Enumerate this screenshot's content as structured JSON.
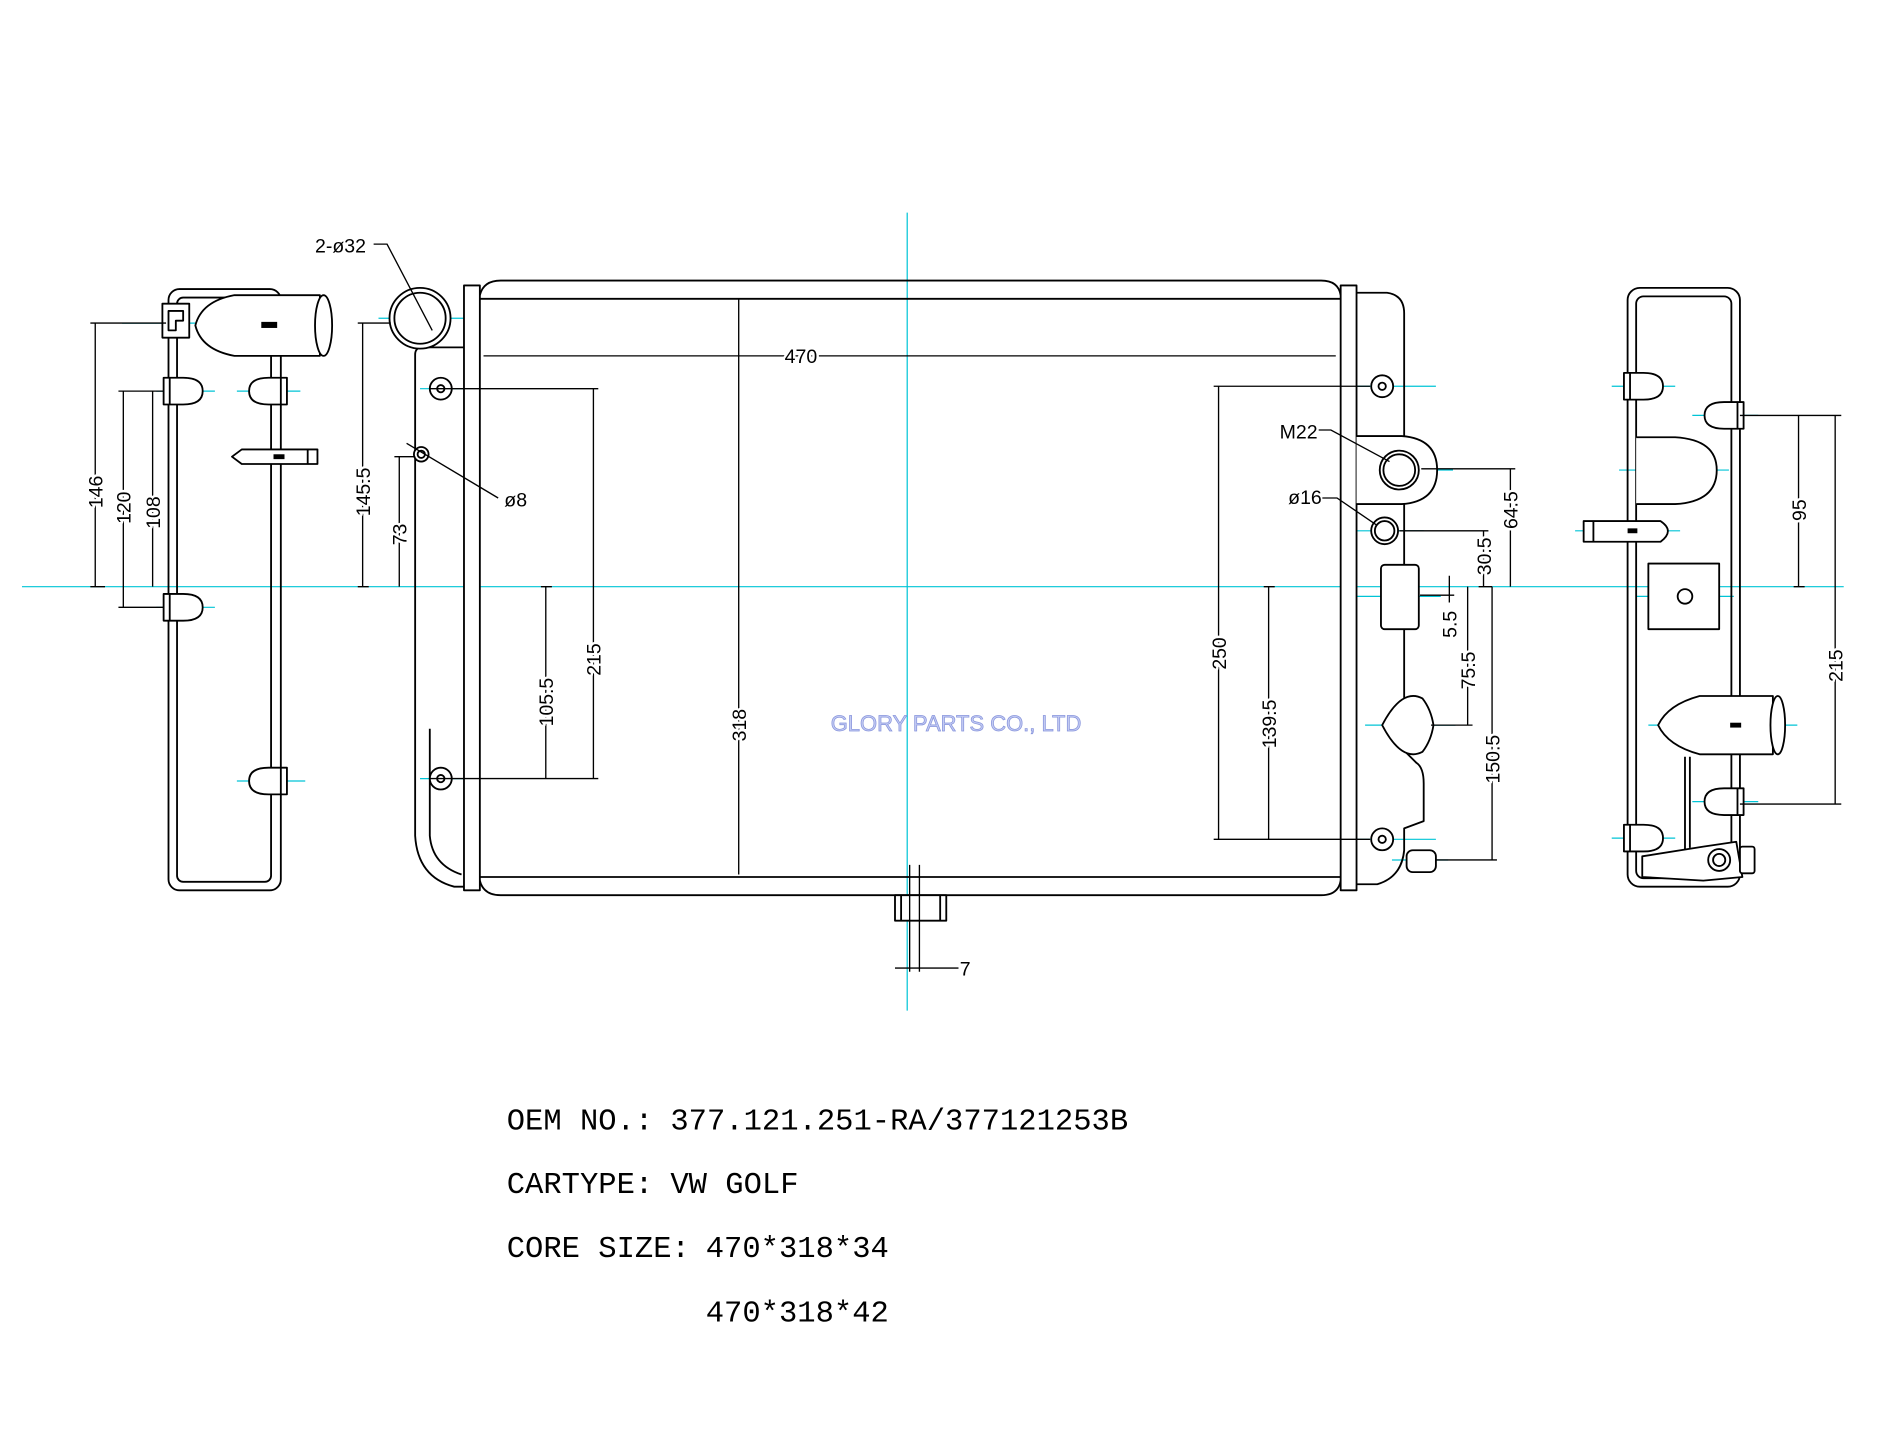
{
  "specs": {
    "oem_label": "OEM NO.:",
    "oem_value": "377.121.251-RA/377121253B",
    "cartype_label": "CARTYPE:",
    "cartype_value": "VW GOLF",
    "core_label": "CORE SIZE:",
    "core_values": [
      "470*318*34",
      "470*318*42"
    ]
  },
  "callouts": {
    "inlet_outlet": "2-ø32",
    "mount_hole": "ø8",
    "thread_port": "M22",
    "sensor_port": "ø16"
  },
  "dimensions": {
    "left_view": [
      "146",
      "120",
      "108"
    ],
    "front_view": [
      "145.5",
      "73",
      "215",
      "105.5",
      "318",
      "470",
      "250",
      "139.5",
      "64.5",
      "30.5",
      "5.5",
      "75.5",
      "150.5",
      "7"
    ],
    "right_view": [
      "95",
      "215"
    ]
  },
  "watermark": "GLORY PARTS CO., LTD",
  "colors": {
    "line": "#000000",
    "centerline": "#00c4d6",
    "watermark_fill": "#c3cbf3",
    "watermark_stroke": "#8794dc",
    "background": "#ffffff"
  }
}
